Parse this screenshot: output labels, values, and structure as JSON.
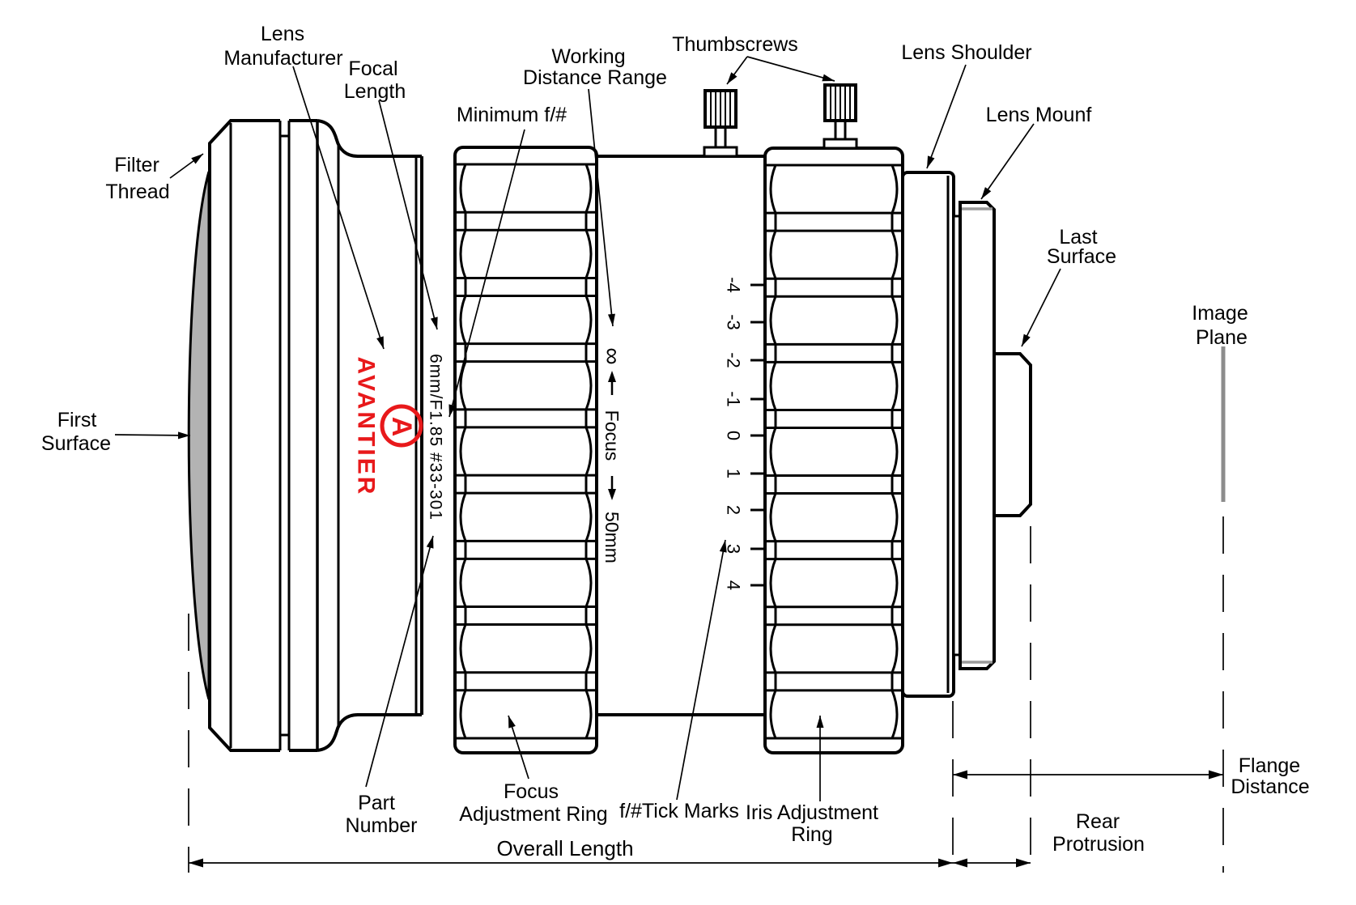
{
  "labels": {
    "lens_manufacturer": {
      "line1": "Lens",
      "line2": "Manufacturer"
    },
    "focal_length": {
      "line1": "Focal",
      "line2": "Length"
    },
    "minimum_f": {
      "text": "Minimum f/#"
    },
    "working_distance_range": {
      "line1": "Working",
      "line2": "Distance Range"
    },
    "thumbscrews": {
      "text": "Thumbscrews"
    },
    "lens_shoulder": {
      "text": "Lens Shoulder"
    },
    "lens_mount": {
      "text": "Lens Mounf"
    },
    "last_surface": {
      "line1": "Last",
      "line2": "Surface"
    },
    "image_plane": {
      "line1": "Image",
      "line2": "Plane"
    },
    "filter_thread": {
      "line1": "Filter",
      "line2": "Thread"
    },
    "first_surface": {
      "line1": "First",
      "line2": "Surface"
    },
    "part_number": {
      "line1": "Part",
      "line2": "Number"
    },
    "focus_adjustment_ring": {
      "line1": "Focus",
      "line2": "Adjustment Ring"
    },
    "f_tick_marks": {
      "text": "f/#Tick Marks"
    },
    "iris_adjustment_ring": {
      "line1": "Iris Adjustment",
      "line2": "Ring"
    },
    "overall_length": {
      "text": "Overall Length"
    },
    "rear_protrusion": {
      "line1": "Rear",
      "line2": "Protrusion"
    },
    "flange_distance": {
      "line1": "Flange",
      "line2": "Distance"
    }
  },
  "lens_markings": {
    "brand": "AVANTIER",
    "logo_letter": "A",
    "spec": "6mm/F1.85 #33-301",
    "focus_scale_infinity": "∞",
    "focus_scale_label": "Focus",
    "focus_scale_near": "50mm",
    "iris_ticks": [
      "-4",
      "-3",
      "-2",
      "-1",
      "0",
      "1",
      "2",
      "3",
      "4"
    ]
  },
  "colors": {
    "brand_red": "#e8191b",
    "lens_fill_gray": "#b3b3b3",
    "mount_thread_gray": "#9a9a9a",
    "image_plane_gray": "#8c8c8c",
    "outline_black": "#000000"
  }
}
